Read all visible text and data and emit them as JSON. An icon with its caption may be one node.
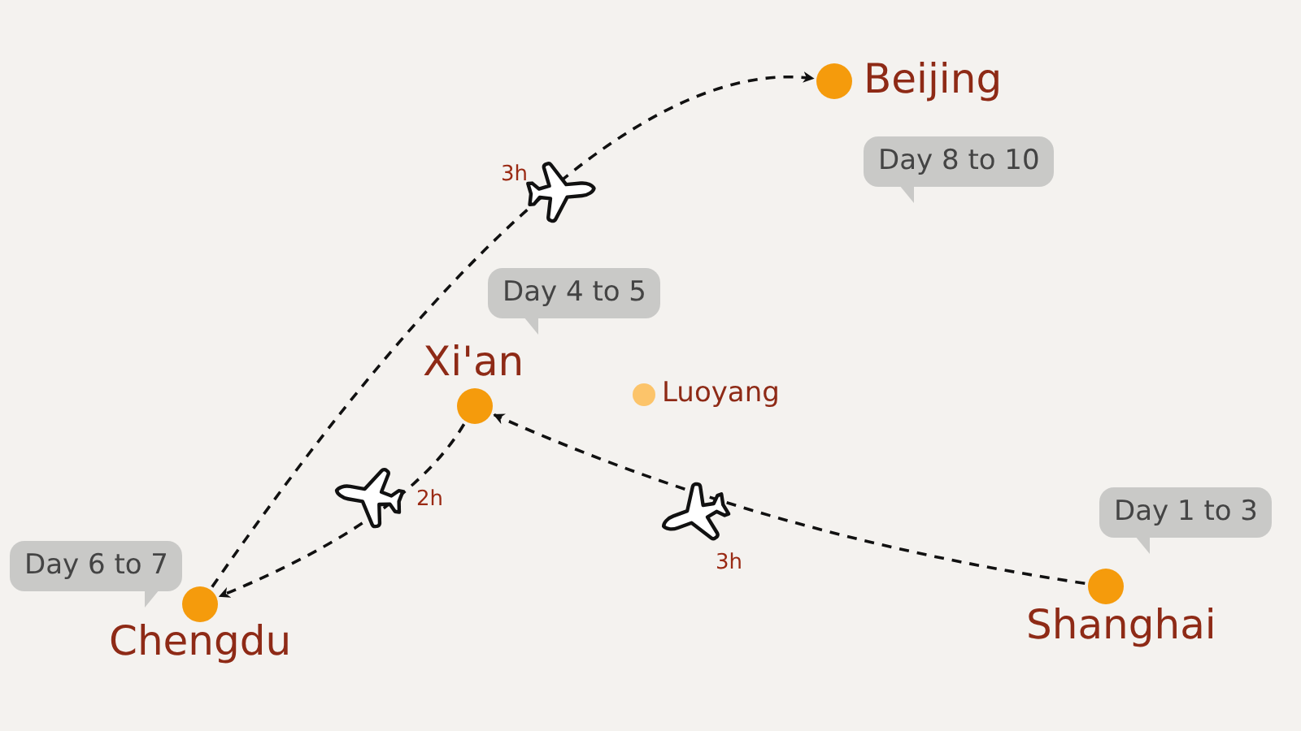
{
  "diagram": {
    "nodes": [
      {
        "text": [],
        "shape": "circle",
        "beside": [
          "Beijing",
          "Day 8 to 10"
        ]
      },
      {
        "text": [],
        "shape": "circle",
        "beside": [
          "Day 4 to 5",
          "Xi'an"
        ]
      },
      {
        "text": [],
        "shape": "circle",
        "beside": [
          "Luoyang"
        ]
      },
      {
        "text": [],
        "shape": "circle",
        "beside": [
          "Day 6 to 7",
          "Chengdu"
        ]
      },
      {
        "text": [],
        "shape": "circle",
        "beside": [
          "Day 1 to 3",
          "Shanghai"
        ]
      }
    ],
    "edges": [
      {
        "from": 3,
        "to": 0,
        "arrow": "to",
        "label": "3h",
        "style": "dashed"
      },
      {
        "from": 1,
        "to": 3,
        "arrow": "to",
        "label": "2h",
        "style": "dashed"
      },
      {
        "from": 4,
        "to": 1,
        "arrow": "to",
        "label": "3h",
        "style": "dashed"
      }
    ]
  }
}
